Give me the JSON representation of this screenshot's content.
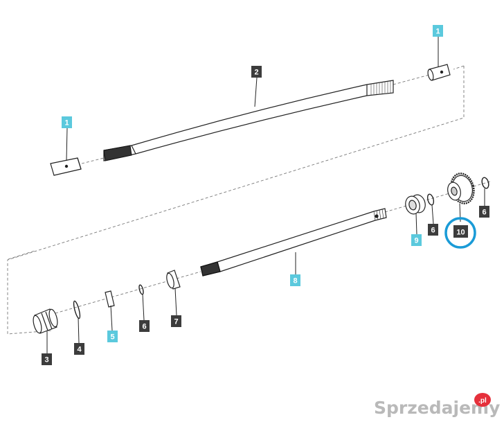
{
  "diagram": {
    "colors": {
      "label_cyan": "#5bc9dd",
      "label_dark": "#3c3c3c",
      "highlight_ring": "#1a9bd7",
      "line": "#222222",
      "dash": "#777777"
    },
    "callouts": [
      {
        "id": "1a",
        "text": "1",
        "style": "cyan"
      },
      {
        "id": "1b",
        "text": "1",
        "style": "cyan"
      },
      {
        "id": "2",
        "text": "2",
        "style": "dark"
      },
      {
        "id": "3",
        "text": "3",
        "style": "dark"
      },
      {
        "id": "4",
        "text": "4",
        "style": "dark"
      },
      {
        "id": "5",
        "text": "5",
        "style": "cyan"
      },
      {
        "id": "6a",
        "text": "6",
        "style": "dark"
      },
      {
        "id": "6b",
        "text": "6",
        "style": "dark"
      },
      {
        "id": "6c",
        "text": "6",
        "style": "dark"
      },
      {
        "id": "7",
        "text": "7",
        "style": "dark"
      },
      {
        "id": "8",
        "text": "8",
        "style": "cyan"
      },
      {
        "id": "9",
        "text": "9",
        "style": "cyan"
      },
      {
        "id": "10",
        "text": "10",
        "style": "dark",
        "highlighted": true
      }
    ]
  },
  "watermark": {
    "text": "Sprzedajemy",
    "badge": ".pl",
    "colors": {
      "text": "#b9b9b9",
      "badge": "#e5303b"
    }
  }
}
